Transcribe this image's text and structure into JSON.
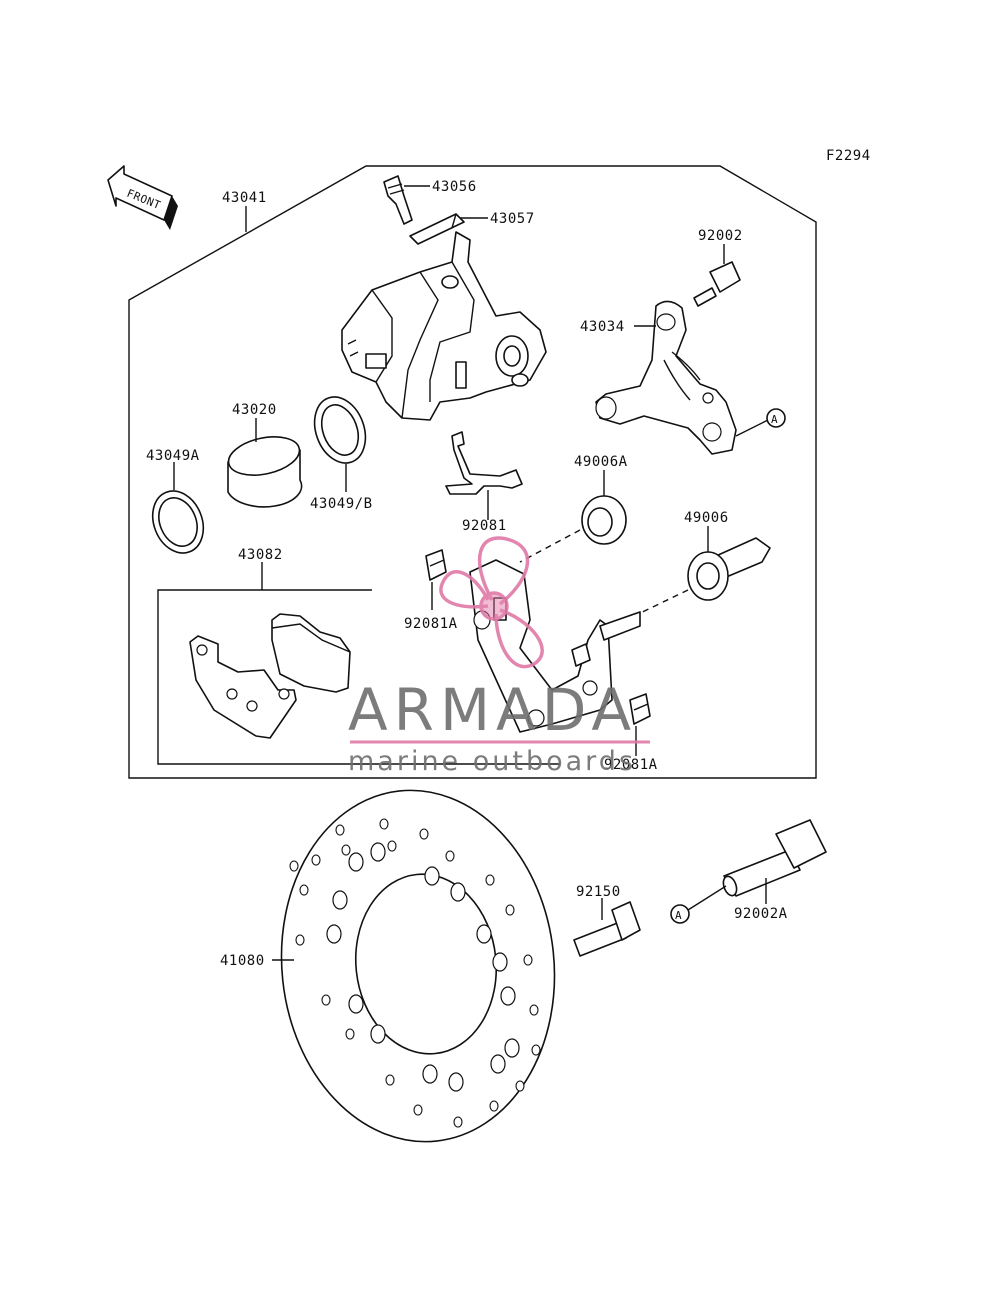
{
  "figure_code": "F2294",
  "front_label": "FRONT",
  "ref_marker": "A",
  "parts": {
    "caliper_assy": "43041",
    "bleeder_valve": "43056",
    "bleeder_cap": "43057",
    "piston": "43020",
    "seal_a": "43049A",
    "seal_b": "43049/B",
    "pad_set": "43082",
    "spring": "92081",
    "spring_a_left": "92081A",
    "spring_a_right": "92081A",
    "bracket": "43034",
    "bolt_92002": "92002",
    "boot_a": "49006A",
    "boot": "49006",
    "disc": "41080",
    "disc_bolt": "92150",
    "bolt_92002a": "92002A"
  },
  "watermark": {
    "brand": "ARMADA",
    "tagline": "marine outboards"
  }
}
